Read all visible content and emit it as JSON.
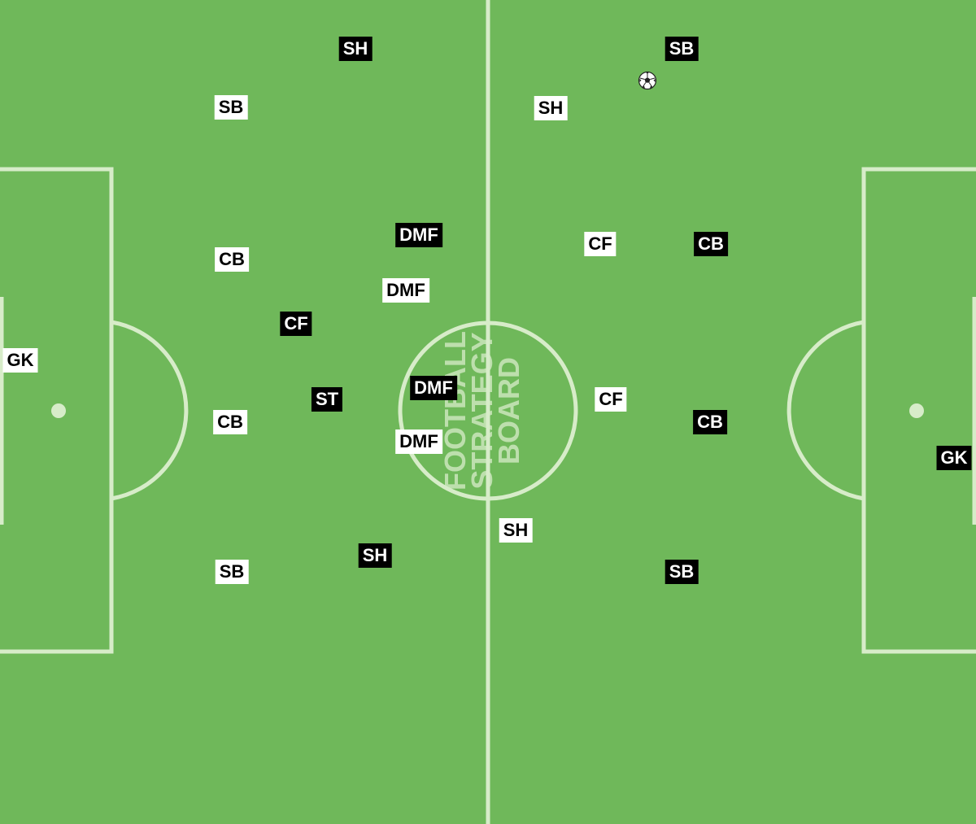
{
  "pitch": {
    "grass_color": "#6fb85a",
    "line_color": "#d7ecc9",
    "watermark_lines": [
      "FOOTBALL",
      "STRATEGY",
      "BOARD"
    ]
  },
  "teams": {
    "white": {
      "color": "#ffffff",
      "text_color": "#000000"
    },
    "black": {
      "color": "#000000",
      "text_color": "#ffffff"
    }
  },
  "players": [
    {
      "label": "GK",
      "team": "white"
    },
    {
      "label": "SB",
      "team": "white"
    },
    {
      "label": "CB",
      "team": "white"
    },
    {
      "label": "CB",
      "team": "white"
    },
    {
      "label": "SB",
      "team": "white"
    },
    {
      "label": "DMF",
      "team": "white"
    },
    {
      "label": "DMF",
      "team": "white"
    },
    {
      "label": "SH",
      "team": "white"
    },
    {
      "label": "CF",
      "team": "white"
    },
    {
      "label": "CF",
      "team": "white"
    },
    {
      "label": "SH",
      "team": "white"
    },
    {
      "label": "SH",
      "team": "black"
    },
    {
      "label": "DMF",
      "team": "black"
    },
    {
      "label": "CF",
      "team": "black"
    },
    {
      "label": "ST",
      "team": "black"
    },
    {
      "label": "DMF",
      "team": "black"
    },
    {
      "label": "SH",
      "team": "black"
    },
    {
      "label": "SB",
      "team": "black"
    },
    {
      "label": "CB",
      "team": "black"
    },
    {
      "label": "CB",
      "team": "black"
    },
    {
      "label": "SB",
      "team": "black"
    },
    {
      "label": "GK",
      "team": "black"
    }
  ],
  "ball": {
    "icon": "soccer-ball-icon"
  }
}
